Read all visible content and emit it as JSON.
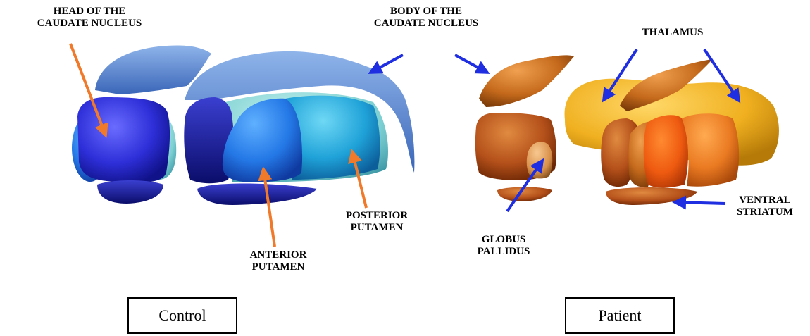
{
  "labels": {
    "head_caudate": [
      "HEAD OF THE",
      "CAUDATE NUCLEUS"
    ],
    "body_caudate": [
      "BODY OF THE",
      "CAUDATE NUCLEUS"
    ],
    "thalamus": [
      "THALAMUS"
    ],
    "posterior_putamen": [
      "POSTERIOR",
      "PUTAMEN"
    ],
    "anterior_putamen": [
      "ANTERIOR",
      "PUTAMEN"
    ],
    "globus_pallidus": [
      "GLOBUS",
      "PALLIDUS"
    ],
    "ventral_striatum": [
      "VENTRAL",
      "STRIATUM"
    ]
  },
  "groups": {
    "control": "Control",
    "patient": "Patient"
  },
  "colors": {
    "arrow_orange": "#f07a2a",
    "arrow_blue": "#1e2ee0"
  }
}
